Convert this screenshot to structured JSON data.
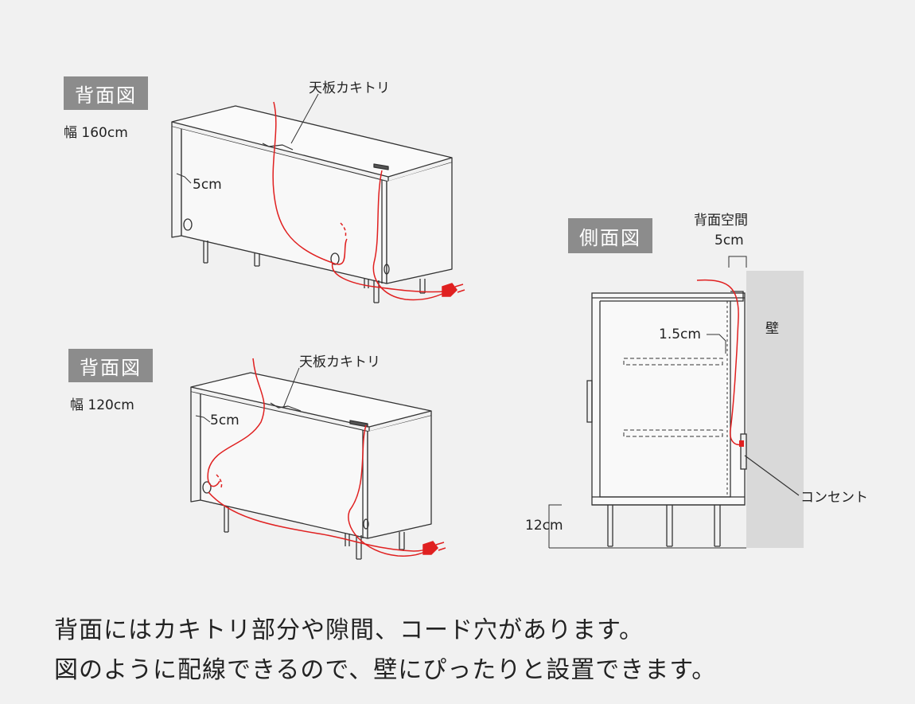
{
  "back_view_160": {
    "badge": "背面図",
    "width_label": "幅 160cm",
    "top_cutout_label": "天板カキトリ",
    "gap_label": "5cm"
  },
  "back_view_120": {
    "badge": "背面図",
    "width_label": "幅 120cm",
    "top_cutout_label": "天板カキトリ",
    "gap_label": "5cm"
  },
  "side_view": {
    "badge": "側面図",
    "back_space_label": "背面空間",
    "back_space_value": "5cm",
    "wall_label": "壁",
    "panel_gap_label": "1.5cm",
    "outlet_label": "コンセント",
    "leg_height_label": "12cm"
  },
  "caption": {
    "line1": "背面にはカキトリ部分や隙間、コード穴があります。",
    "line2": "図のように配線できるので、壁にぴったりと設置できます。"
  },
  "colors": {
    "background": "#f1f1f1",
    "badge": "#8c8c8c",
    "wall": "#d9d9d9",
    "cable": "#e02020",
    "line": "#333333"
  }
}
